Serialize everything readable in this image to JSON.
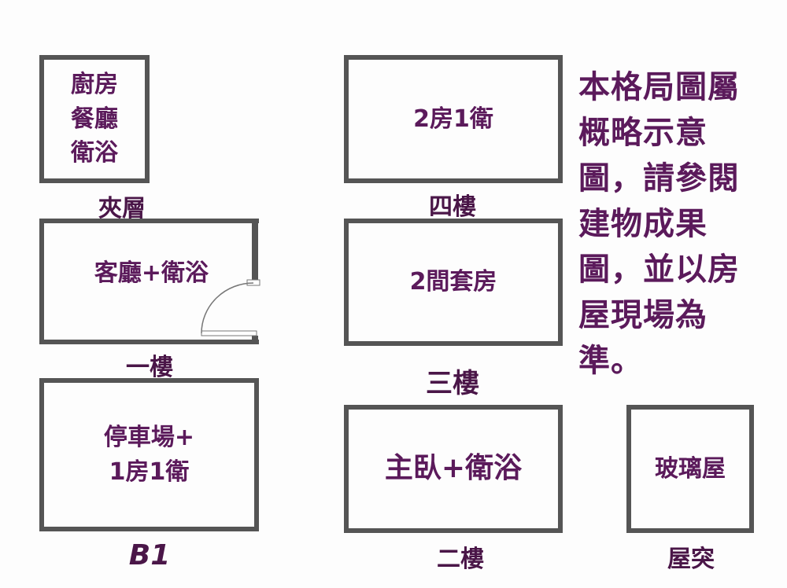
{
  "rooms": {
    "mezzanine": {
      "lines": [
        "廚房",
        "餐廳",
        "衛浴"
      ],
      "label": "夾層"
    },
    "floor1": {
      "text": "客廳+衛浴",
      "label": "一樓"
    },
    "b1": {
      "lines": [
        "停車場+",
        "1房1衛"
      ],
      "label": "B1"
    },
    "floor4": {
      "text": "2房1衛",
      "label": "四樓"
    },
    "floor3": {
      "text": "2間套房",
      "label": "三樓"
    },
    "floor2": {
      "text": "主臥+衛浴",
      "label": "二樓"
    },
    "roof": {
      "text": "玻璃屋",
      "label": "屋突"
    }
  },
  "note": "本格局圖屬概略示意圖，請參閱建物成果圖，並以房屋現場為準。"
}
